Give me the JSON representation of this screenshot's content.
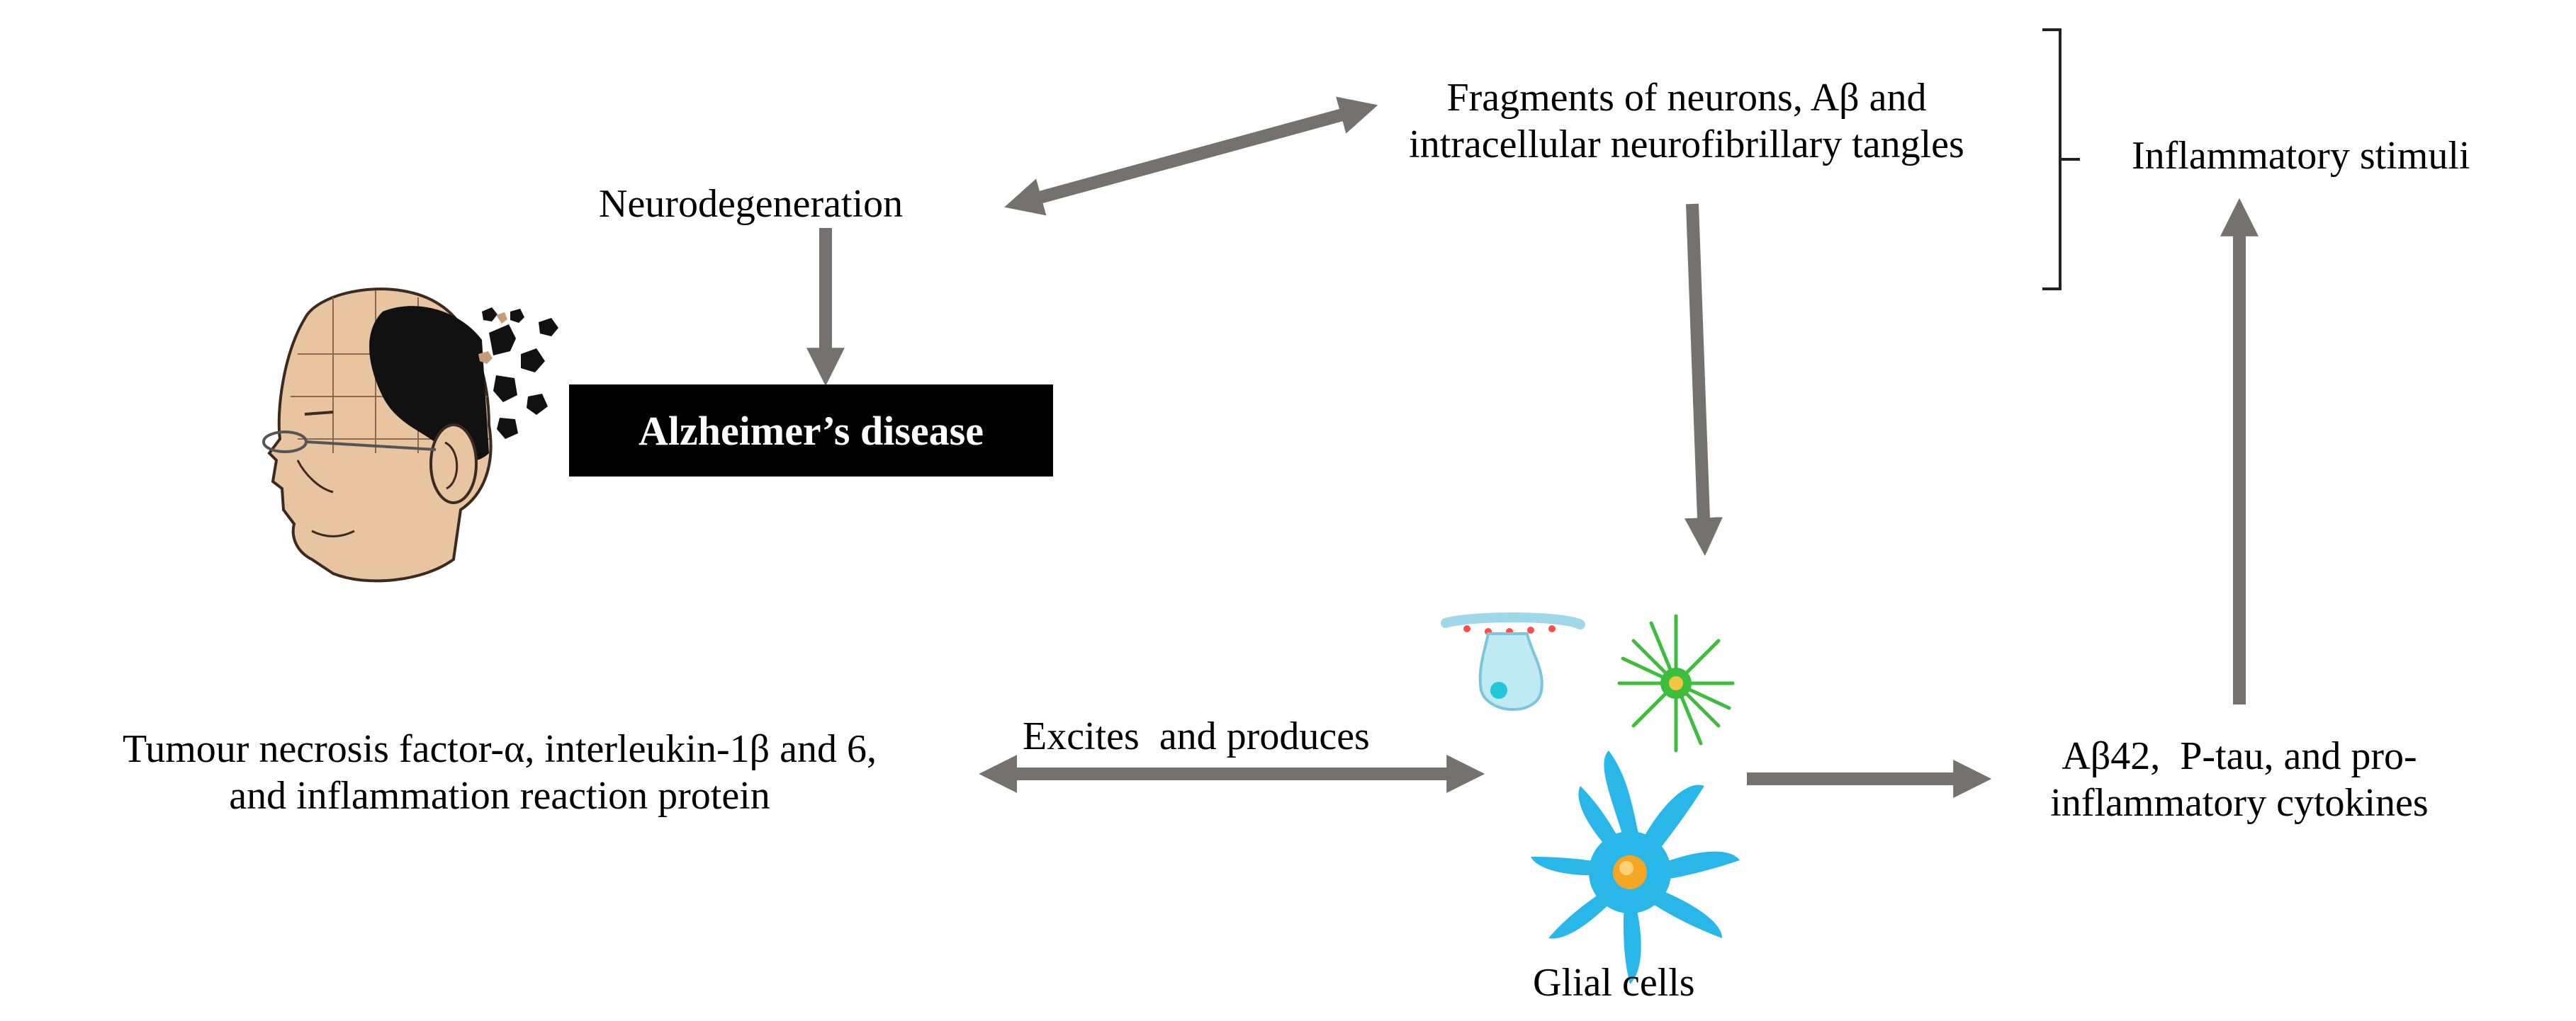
{
  "nodes": {
    "neurodegeneration": "Neurodegeneration",
    "fragments_line1": "Fragments of neurons, Aβ and",
    "fragments_line2": "intracellular neurofibrillary tangles",
    "inflammatory_stimuli": "Inflammatory stimuli",
    "alzheimers": "Alzheimer’s disease",
    "tnf_line1": "Tumour necrosis factor-α, interleukin-1β and 6,",
    "tnf_line2": "and inflammation reaction protein",
    "excites": "Excites  and produces",
    "glial": "Glial cells",
    "abeta_line1": "Aβ42,  P-tau, and pro-",
    "abeta_line2": "inflammatory cytokines"
  },
  "colors": {
    "arrow": "#767171",
    "text": "#000000",
    "box": "#000000",
    "box_text": "#ffffff",
    "cell_cyan": "#29b6e8",
    "cell_green": "#3dbd3d",
    "skin": "#e8c4a0"
  },
  "icons": [
    "head-puzzle-icon",
    "neuron-cell-icon",
    "astrocyte-icon",
    "microglia-icon"
  ]
}
